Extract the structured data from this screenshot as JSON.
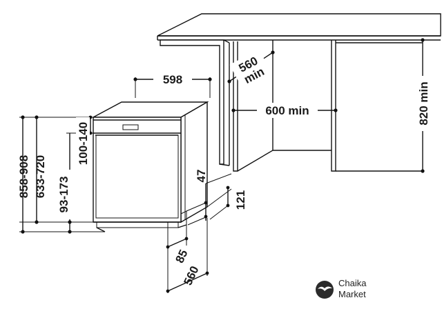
{
  "dimensions": {
    "width_598": "598",
    "depth_560_min": "560",
    "min_label_top": "min",
    "width_600_min": "600 min",
    "height_820_min": "820 min",
    "height_858_908": "858-908",
    "height_633_720": "633-720",
    "plinth_100_140": "100-140",
    "plinth_93_173": "93-173",
    "gap_47": "47",
    "gap_121": "121",
    "depth_85": "85",
    "depth_560": "560"
  },
  "logo": {
    "line1": "Chaika",
    "line2": "Market",
    "icon": "bird-icon"
  },
  "colors": {
    "line": "#111111",
    "background": "#ffffff"
  }
}
